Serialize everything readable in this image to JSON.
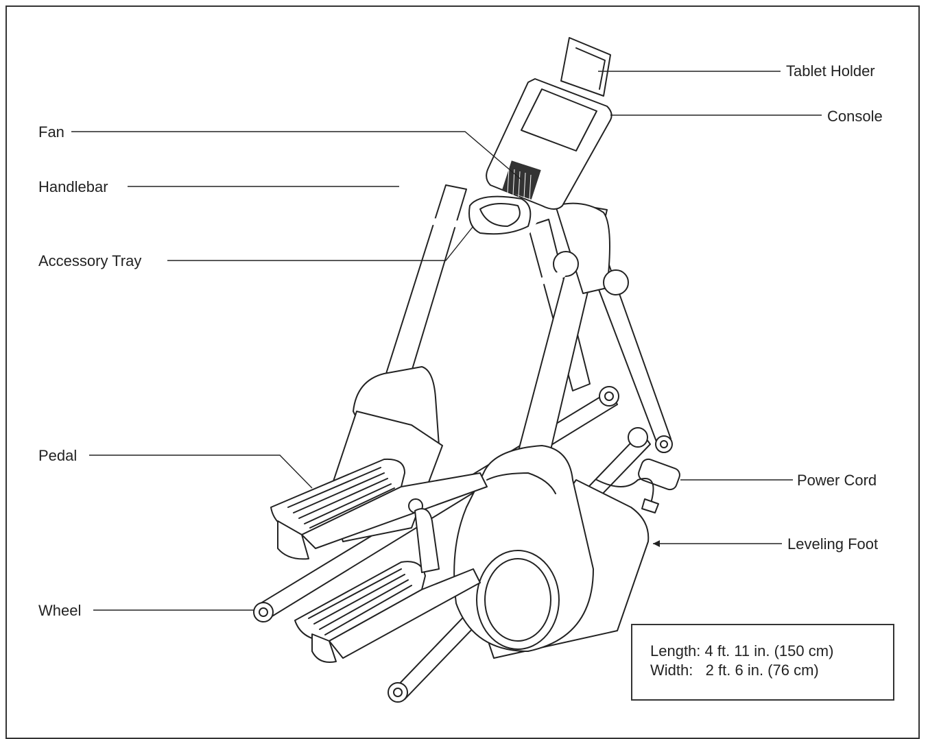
{
  "labels": {
    "tablet_holder": "Tablet Holder",
    "console": "Console",
    "fan": "Fan",
    "handlebar": "Handlebar",
    "accessory_tray": "Accessory Tray",
    "pedal": "Pedal",
    "power_cord": "Power Cord",
    "leveling_foot": "Leveling Foot",
    "wheel": "Wheel"
  },
  "dimensions": {
    "length": "Length: 4 ft. 11 in. (150 cm)",
    "width": "Width:   2 ft. 6 in. (76 cm)"
  }
}
